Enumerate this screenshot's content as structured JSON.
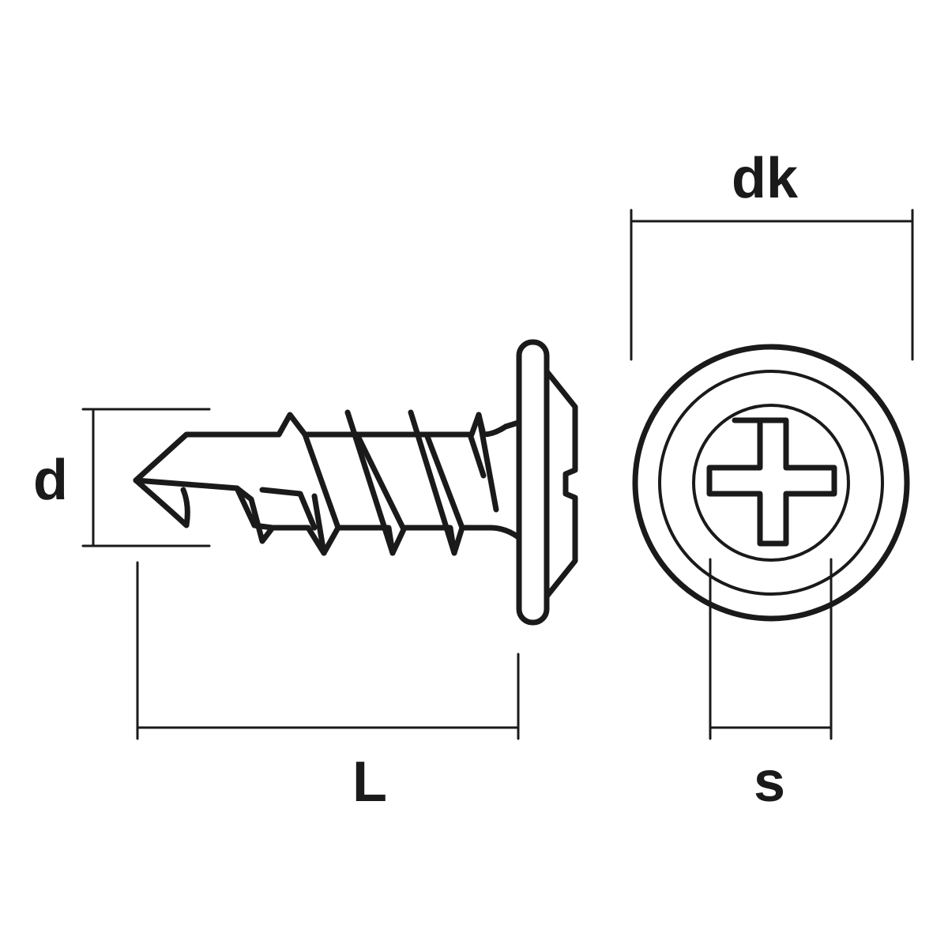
{
  "labels": {
    "d": "d",
    "L": "L",
    "dk": "dk",
    "s": "s"
  },
  "colors": {
    "stroke": "#1a1a1a",
    "background": "#ffffff"
  }
}
